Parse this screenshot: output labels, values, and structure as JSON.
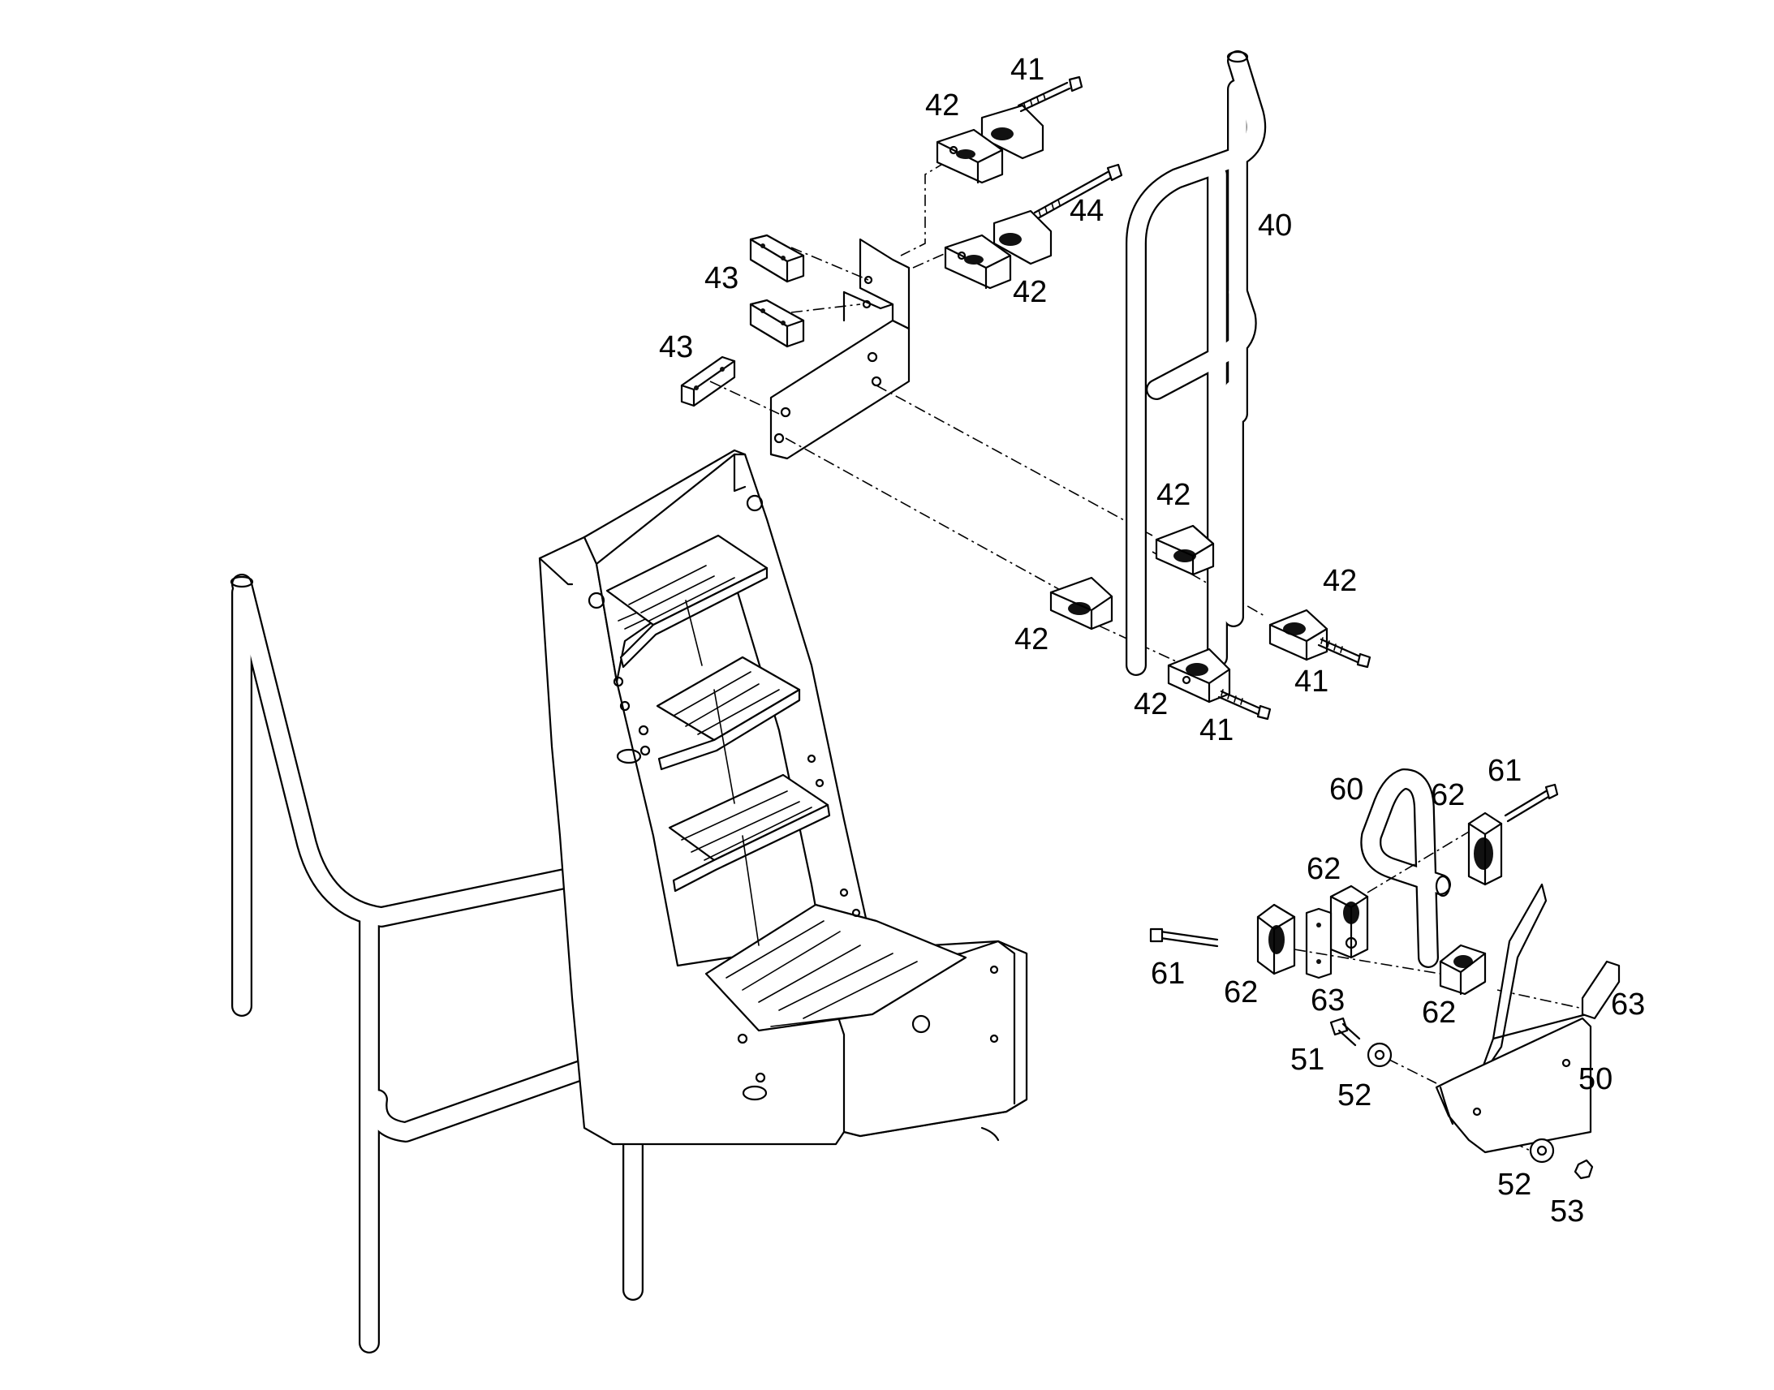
{
  "labels": [
    {
      "text": "41"
    },
    {
      "text": "42"
    },
    {
      "text": "44"
    },
    {
      "text": "40"
    },
    {
      "text": "43"
    },
    {
      "text": "42"
    },
    {
      "text": "43"
    },
    {
      "text": "42"
    },
    {
      "text": "42"
    },
    {
      "text": "42"
    },
    {
      "text": "42"
    },
    {
      "text": "41"
    },
    {
      "text": "42"
    },
    {
      "text": "41"
    },
    {
      "text": "60"
    },
    {
      "text": "62"
    },
    {
      "text": "61"
    },
    {
      "text": "62"
    },
    {
      "text": "61"
    },
    {
      "text": "62"
    },
    {
      "text": "63"
    },
    {
      "text": "62"
    },
    {
      "text": "63"
    },
    {
      "text": "51"
    },
    {
      "text": "52"
    },
    {
      "text": "50"
    },
    {
      "text": "52"
    },
    {
      "text": "53"
    }
  ]
}
